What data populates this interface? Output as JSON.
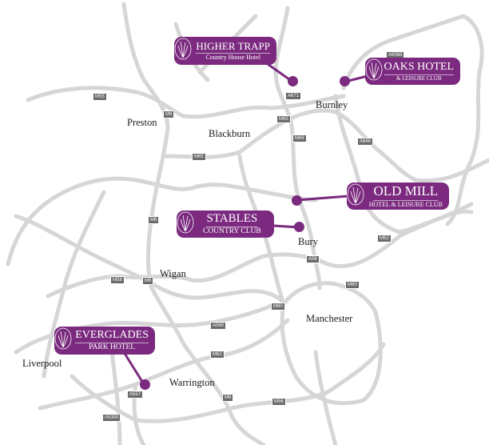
{
  "colors": {
    "hotel": "#7b2a7f",
    "road": "#d6d6d6",
    "shield": "#6b6b6b"
  },
  "cities": [
    "Preston",
    "Blackburn",
    "Burnley",
    "Bury",
    "Wigan",
    "Manchester",
    "Liverpool",
    "Warrington"
  ],
  "roads": [
    "M55",
    "M6",
    "M65",
    "A671",
    "M65",
    "M66",
    "A6068",
    "A646",
    "M65",
    "M6",
    "M58",
    "M6",
    "A56",
    "M62",
    "M60",
    "M60",
    "A580",
    "M62",
    "A557",
    "A5300",
    "M6",
    "M56"
  ],
  "hotels": [
    {
      "name": "HIGHER TRAPP",
      "sub": "Country House Hotel",
      "icon": "wheat-logo-icon"
    },
    {
      "name": "OAKS HOTEL",
      "sub": "& LEISURE CLUB",
      "icon": "wheat-logo-icon"
    },
    {
      "name": "OLD MILL",
      "sub": "HOTEL & LEISURE CLUB",
      "icon": "wheat-logo-icon"
    },
    {
      "name": "STABLES",
      "sub": "COUNTRY CLUB",
      "icon": "wheat-logo-icon"
    },
    {
      "name": "EVERGLADES",
      "sub": "PARK HOTEL",
      "icon": "wheat-logo-icon"
    }
  ]
}
